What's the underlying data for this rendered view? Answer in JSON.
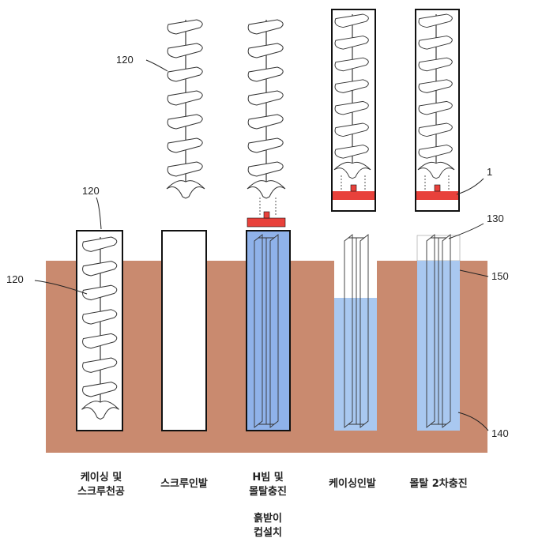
{
  "ref_labels": {
    "auger_top": "120",
    "auger_casing_top": "120",
    "auger_casing_side": "120",
    "cap_plate": "1",
    "h_beam": "130",
    "mortar_level": "150",
    "mortar_body": "140"
  },
  "steps": [
    {
      "lines": [
        "케이싱 및",
        "스크루천공"
      ]
    },
    {
      "lines": [
        "스크루인발"
      ]
    },
    {
      "lines": [
        "H빔 및",
        "몰탈충진"
      ]
    },
    {
      "lines": [
        "케이싱인발"
      ]
    },
    {
      "lines": [
        "몰탈 2차충진"
      ]
    }
  ],
  "extra_caption": [
    "흙받이",
    "컵설치"
  ],
  "colors": {
    "ground": "#C98A6F",
    "mortar": "#A9C8F0",
    "mortar_full": "#8FB2EA",
    "cap": "#E8413B",
    "outline": "#111111"
  }
}
